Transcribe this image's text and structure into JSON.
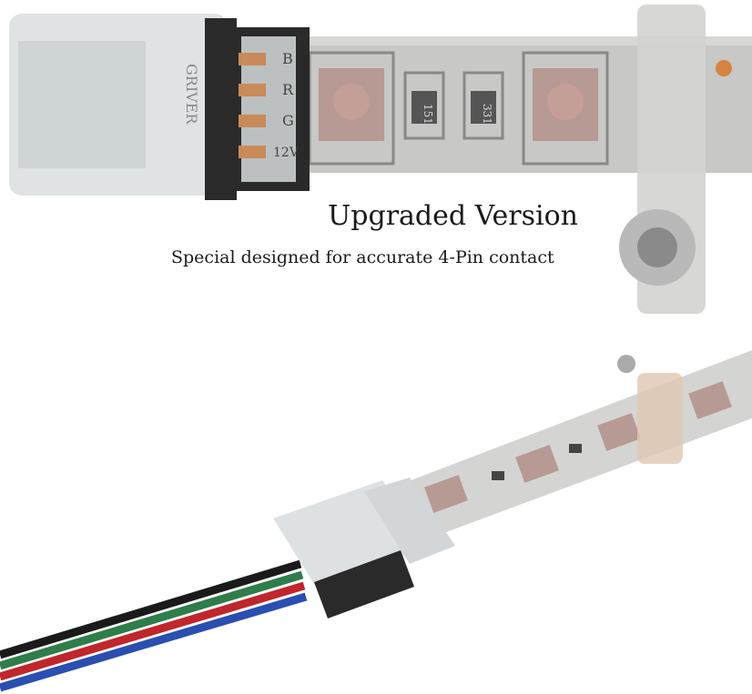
{
  "caption": {
    "headline": "Upgraded Version",
    "subline": "Special designed for accurate 4-Pin contact"
  },
  "connector_brand": "GRIVER",
  "pin_labels": [
    "B",
    "R",
    "G",
    "12V"
  ],
  "resistor_labels": [
    "151",
    "331"
  ],
  "colors": {
    "strip": "#c9c9c7",
    "connector_clear": "#dfe3e4",
    "clip_black": "#2a2a2a",
    "pin_copper": "#c98a5a",
    "led_pink": "#c79a92",
    "wire_black": "#1a1a1a",
    "wire_red": "#c0262b",
    "wire_green": "#2f7d4a",
    "wire_blue": "#2a4fb0"
  }
}
